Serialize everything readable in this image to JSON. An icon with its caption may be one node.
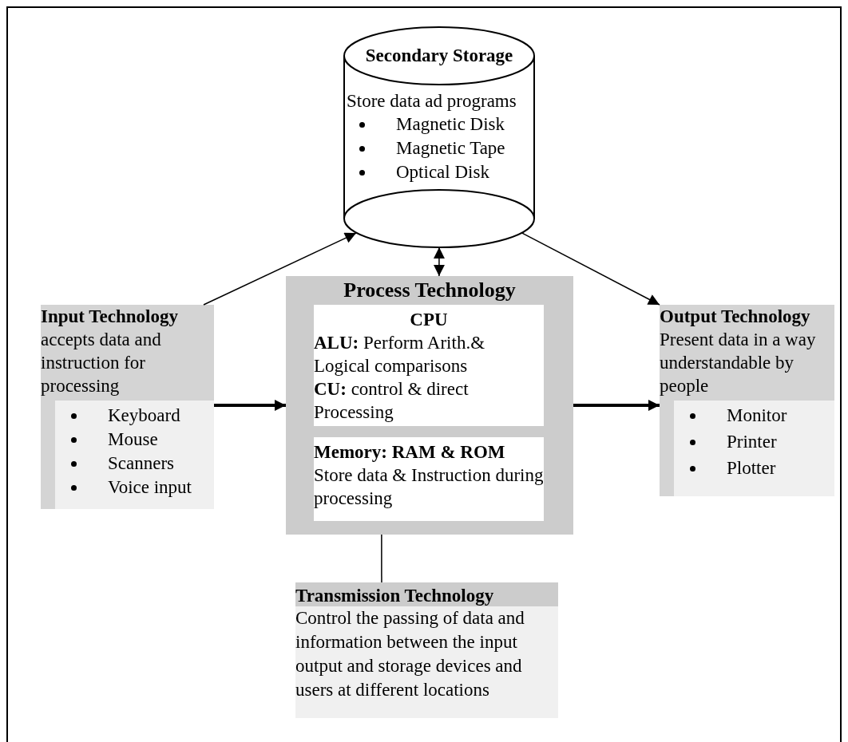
{
  "diagram": {
    "nodes": [
      {
        "text": [
          "Secondary Storage",
          "Store data ad programs",
          "Magnetic Disk",
          "Magnetic Tape",
          "Optical Disk"
        ]
      },
      {
        "text": [
          "Input Technology",
          "accepts data and instruction for processing",
          "Keyboard",
          "Mouse",
          "Scanners",
          "Voice input"
        ]
      },
      {
        "text": [
          "Process Technology"
        ]
      },
      {
        "text": [
          "CPU",
          "**ALU:** Perform Arith.& Logical comparisons",
          "**CU:** control & direct Processing"
        ],
        "in": 2
      },
      {
        "text": [
          "**Memory: RAM** & **ROM**",
          "Store data & Instruction during processing"
        ],
        "in": 2
      },
      {
        "text": [
          "Output Technology",
          "Present data in a way understandable by people",
          "Monitor",
          "Printer",
          "Plotter"
        ]
      },
      {
        "text": [
          "Transmission Technology",
          "Control the passing of data and information between the input output and storage devices and users at different locations"
        ]
      }
    ],
    "edges": [
      {
        "from": 1,
        "to": 0,
        "arrow": "to"
      },
      {
        "from": 2,
        "to": 0,
        "arrow": "both"
      },
      {
        "from": 0,
        "to": 5,
        "arrow": "to"
      },
      {
        "from": 1,
        "to": 2,
        "arrow": "to",
        "style": "thick"
      },
      {
        "from": 2,
        "to": 5,
        "arrow": "to",
        "style": "thick"
      },
      {
        "from": 2,
        "to": 6,
        "arrow": "none"
      }
    ]
  }
}
